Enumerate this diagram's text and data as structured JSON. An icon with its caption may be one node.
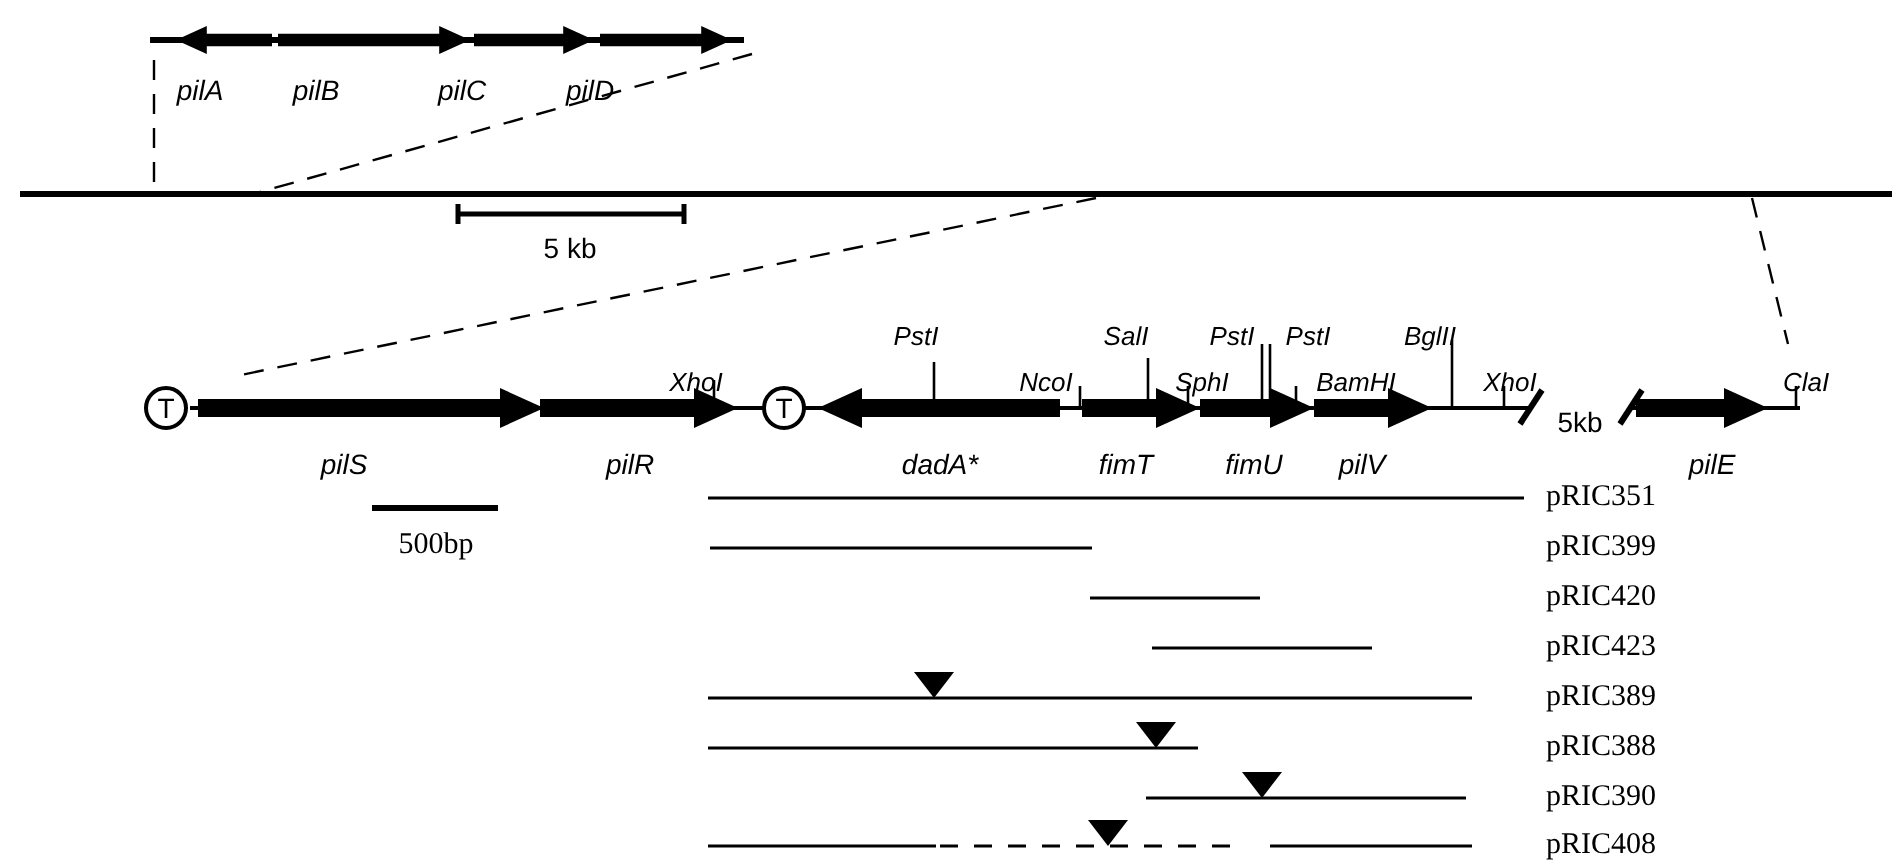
{
  "diagram": {
    "nodes": [
      {
        "text": [
          "T"
        ]
      },
      {
        "text": [
          "T"
        ]
      }
    ],
    "edges": [],
    "labels": [
      "pilA",
      "pilB",
      "pilC",
      "pilD",
      "5 kb",
      "PstI",
      "SalI",
      "PstI",
      "PstI",
      "BglII",
      "XhoI",
      "NcoI",
      "SphI",
      "BamHI",
      "XhoI",
      "ClaI",
      "5kb",
      "pilS",
      "pilR",
      "dadA*",
      "fimT",
      "fimU",
      "pilV",
      "pilE",
      "500bp",
      "pRIC351",
      "pRIC399",
      "pRIC420",
      "pRIC423",
      "pRIC389",
      "pRIC388",
      "pRIC390",
      "pRIC408"
    ]
  }
}
